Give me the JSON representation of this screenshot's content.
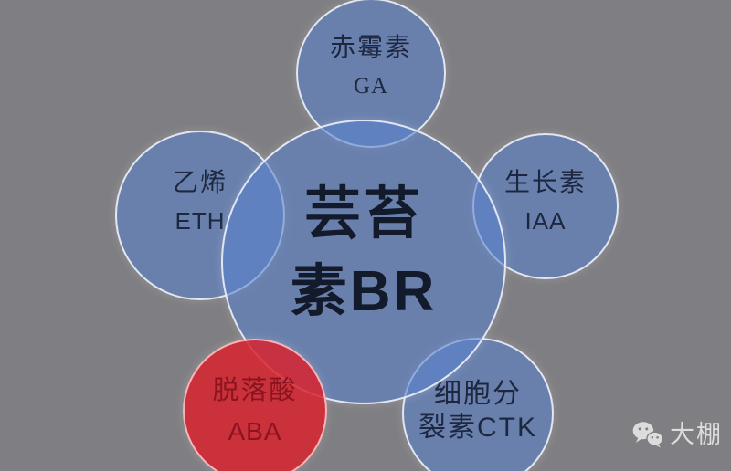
{
  "colors": {
    "background": "#7f7e82",
    "blue_fill": "rgba(90,130,205,0.58)",
    "blue_border": "rgba(252,254,255,0.82)",
    "red_fill": "rgba(216,35,46,0.85)",
    "red_border": "rgba(255,205,208,0.85)",
    "center_text": "#131a2b",
    "blue_text": "#1d2740",
    "red_text": "#8a1520",
    "watermark_text": "#dcdcdc"
  },
  "diagram": {
    "center": {
      "line1": "芸苔",
      "line2": "素BR"
    },
    "ga": {
      "zh": "赤霉素",
      "en": "GA"
    },
    "eth": {
      "zh": "乙烯",
      "en": "ETH"
    },
    "iaa": {
      "zh": "生长素",
      "en": "IAA"
    },
    "aba": {
      "zh": "脱落酸",
      "en": "ABA"
    },
    "ctk": {
      "line1": "细胞分",
      "line2": "裂素CTK"
    }
  },
  "watermark": {
    "label": "大棚",
    "icon": "wechat-icon"
  }
}
